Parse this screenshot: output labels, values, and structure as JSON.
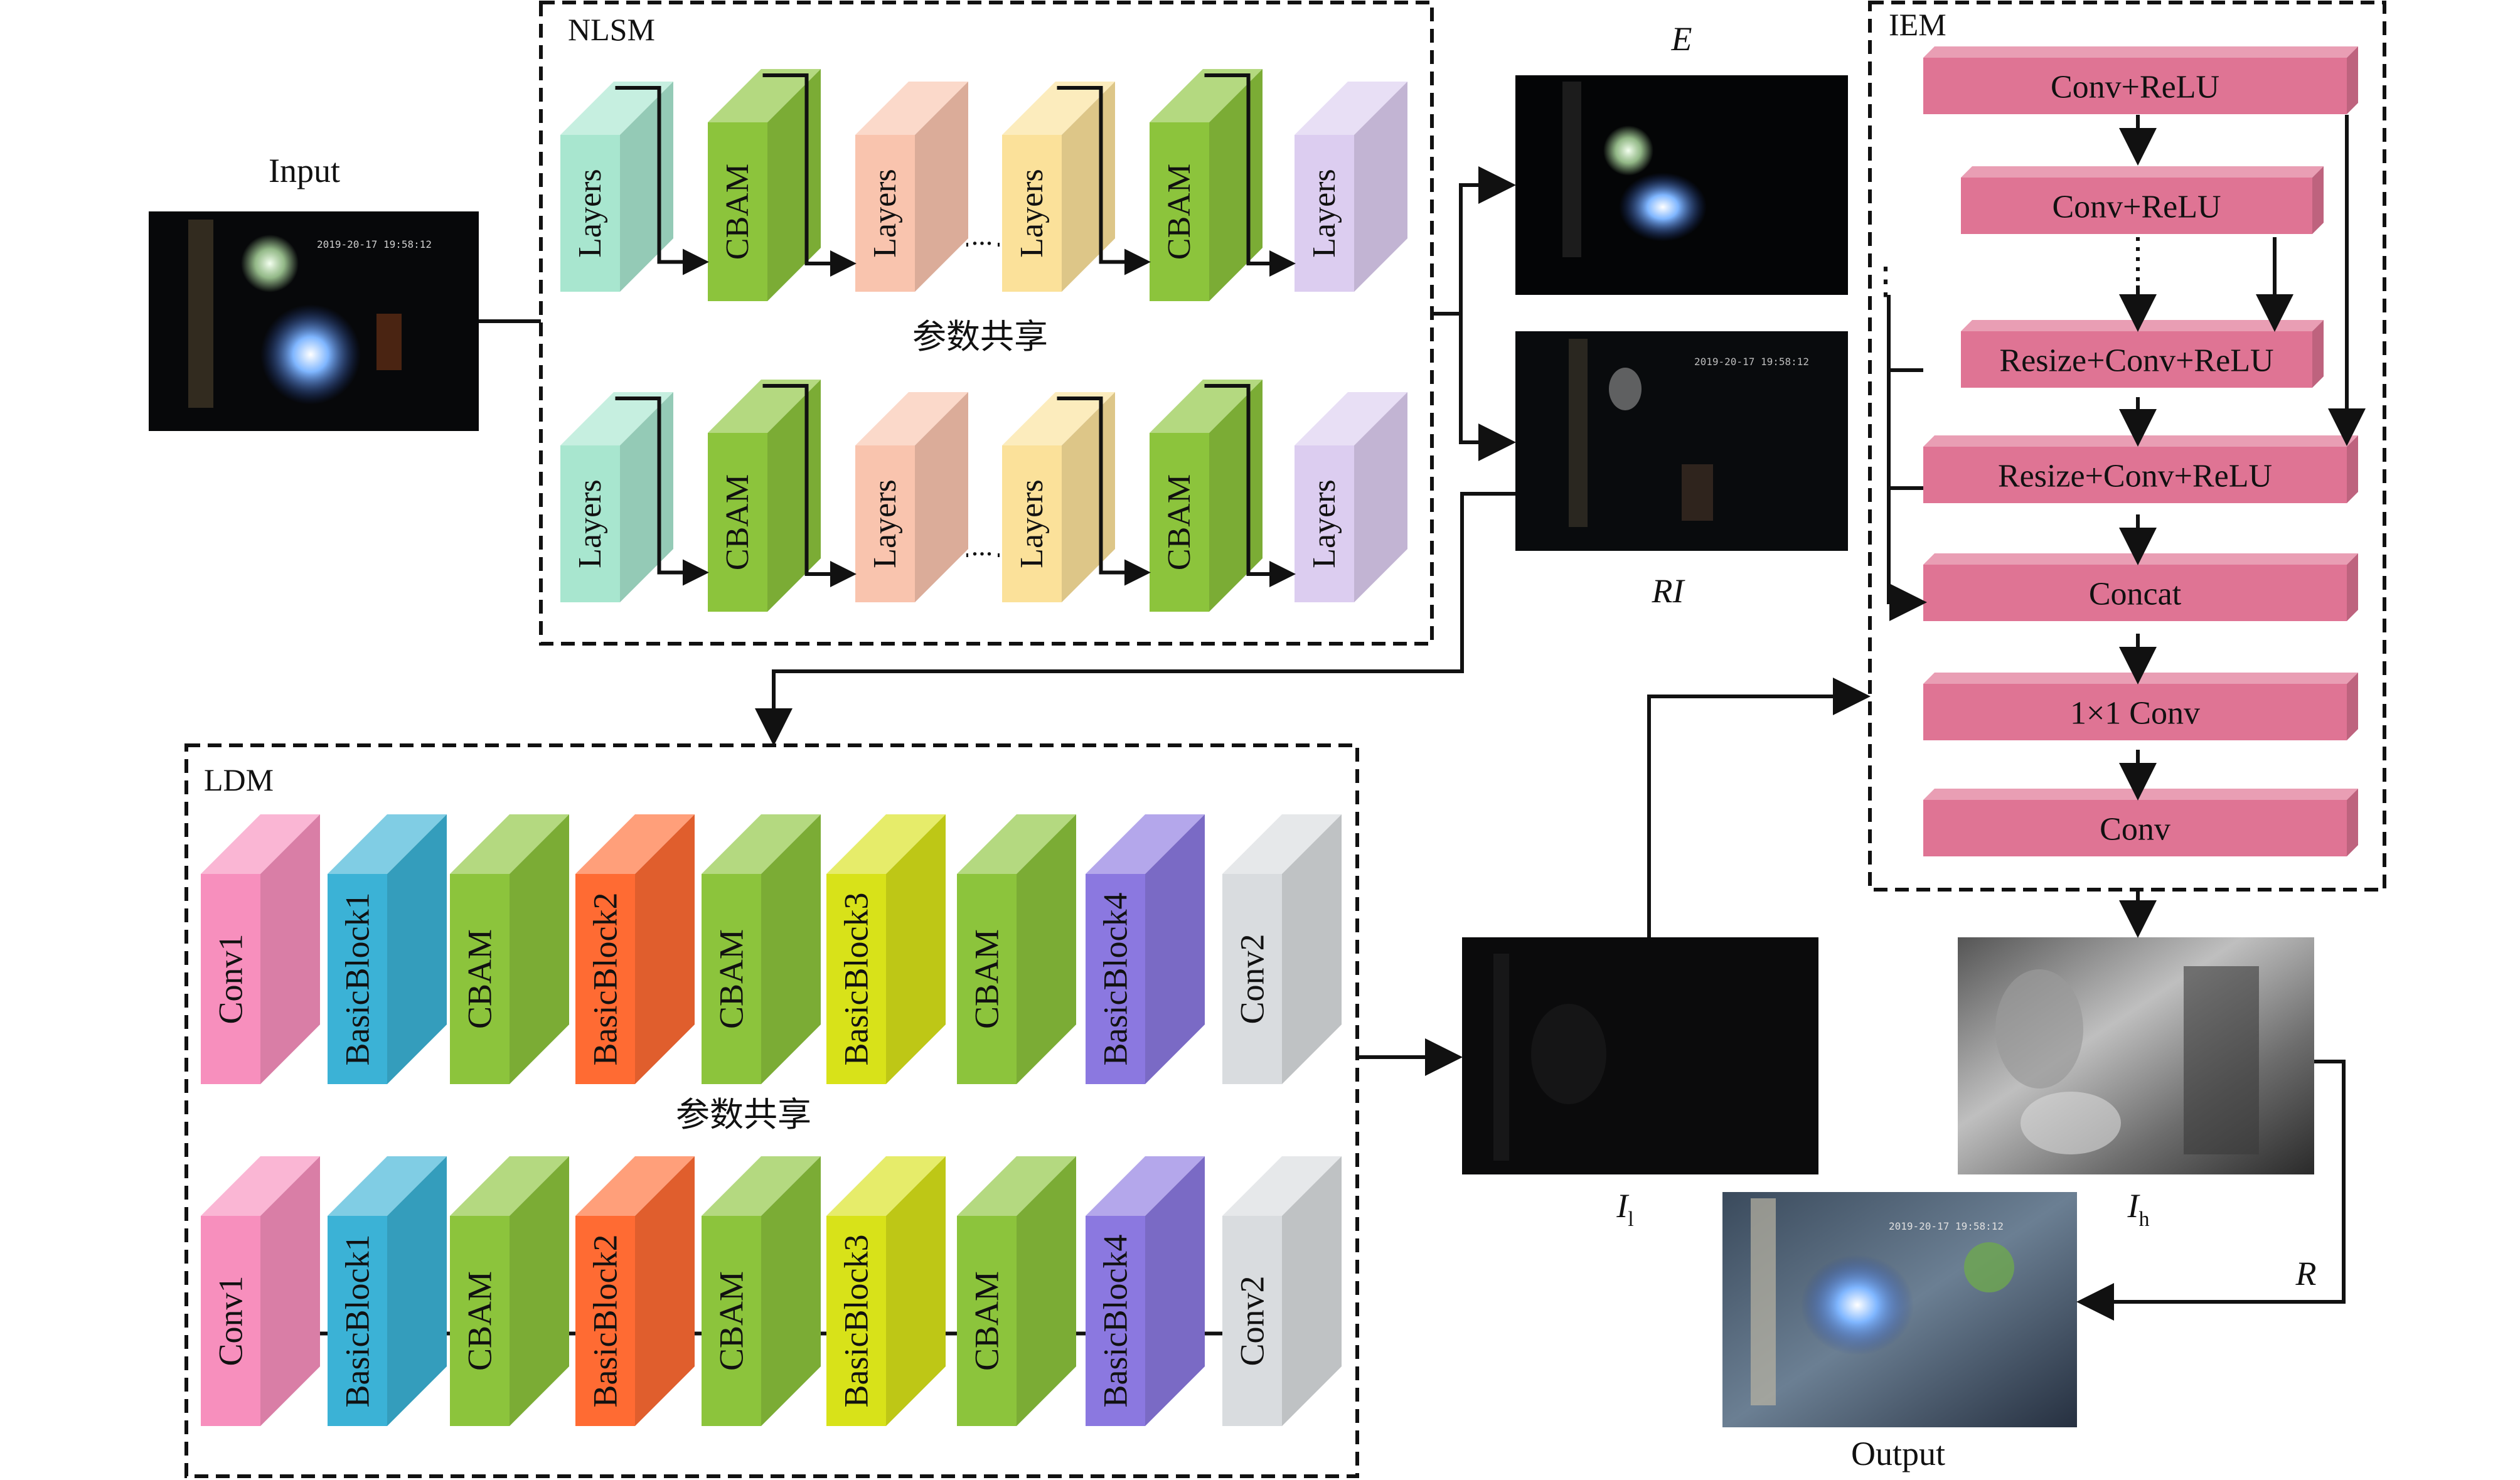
{
  "nlsm": {
    "title": "NLSM",
    "share_label": "参数共享",
    "row": [
      "Layers",
      "CBAM",
      "Layers",
      "...",
      "Layers",
      "CBAM",
      "Layers"
    ]
  },
  "ldm": {
    "title": "LDM",
    "share_label": "参数共享",
    "row": [
      "Conv1",
      "BasicBlock1",
      "CBAM",
      "BasicBlock2",
      "CBAM",
      "BasicBlock3",
      "CBAM",
      "BasicBlock4",
      "Conv2"
    ]
  },
  "iem": {
    "title": "IEM",
    "blocks": [
      "Conv+ReLU",
      "Conv+ReLU",
      "Resize+Conv+ReLU",
      "Resize+Conv+ReLU",
      "Concat",
      "1×1 Conv",
      "Conv"
    ],
    "dots": "⋮"
  },
  "images": {
    "input": "Input",
    "e": "E",
    "ri": "RI",
    "il_main": "I",
    "il_sub": "l",
    "ih_main": "I",
    "ih_sub": "h",
    "output": "Output",
    "r": "R",
    "stamp": "2019-20-17 19:58:12"
  },
  "colors": {
    "layers_mint": "#a8e6cf",
    "layers_peach": "#f9c4ae",
    "layers_cream": "#fbe19a",
    "layers_lavender": "#dccdf0",
    "cbam_green": "#8cc43c",
    "conv_pink": "#f78fbd",
    "block1_cyan": "#3bb2d6",
    "block2_orange": "#ff6b33",
    "block3_yellow": "#d8e219",
    "block4_purple": "#8b78e0",
    "conv2_grey": "#d9dcdf",
    "iem_pink": "#df7494"
  }
}
